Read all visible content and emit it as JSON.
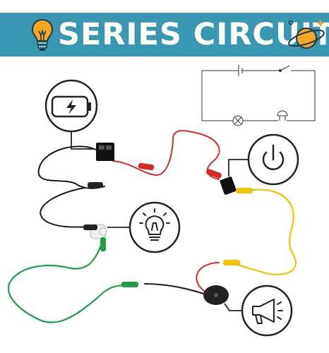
{
  "banner": {
    "title": "SERIES CIRCUIT",
    "background_color": "#3a97b1",
    "title_color": "#ffffff",
    "accent_color": "#f6a623"
  },
  "schematic": {
    "components": [
      "battery",
      "switch",
      "lamp",
      "buzzer"
    ]
  },
  "icons": [
    {
      "name": "lightbulb-icon",
      "role": "banner decoration"
    },
    {
      "name": "planet-icon",
      "role": "banner decoration"
    },
    {
      "name": "battery-icon",
      "role": "battery callout"
    },
    {
      "name": "power-icon",
      "role": "switch callout"
    },
    {
      "name": "lightbulb-icon",
      "role": "lamp callout"
    },
    {
      "name": "megaphone-icon",
      "role": "buzzer callout"
    }
  ],
  "wire_colors": {
    "black": "#1a1a1a",
    "red": "#d62b2b",
    "yellow": "#f2c300",
    "green": "#1f9d4a"
  }
}
